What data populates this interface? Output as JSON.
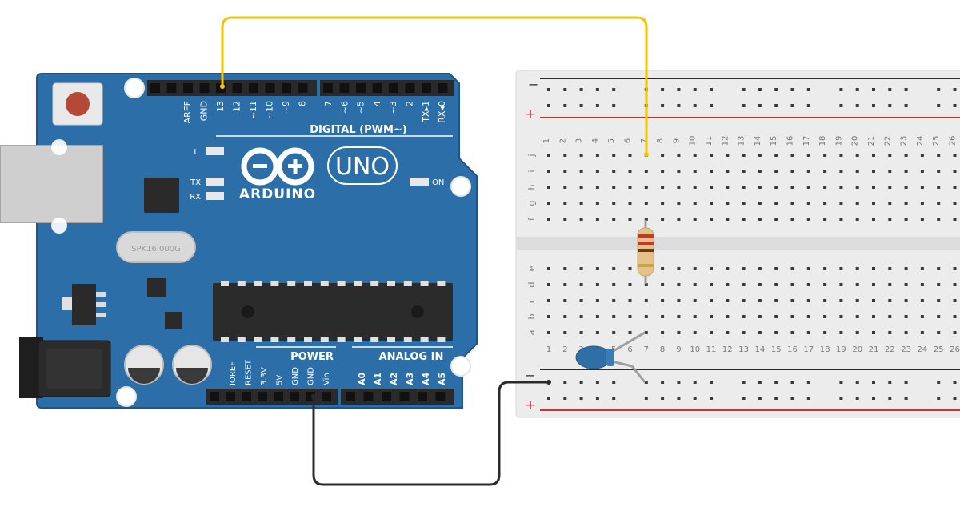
{
  "arduino": {
    "brand": "ARDUINO",
    "model": "UNO",
    "digital_header_label": "DIGITAL (PWM~)",
    "digital_pins_left": [
      "AREF",
      "GND",
      "13",
      "12",
      "~11",
      "~10",
      "~9",
      "8"
    ],
    "digital_pins_right": [
      "7",
      "~6",
      "~5",
      "4",
      "~3",
      "2",
      "TX▸1",
      "RX◂0"
    ],
    "led_labels": {
      "l": "L",
      "tx": "TX",
      "rx": "RX",
      "on": "ON"
    },
    "crystal_label": "SPK16.000G",
    "power_header_label": "POWER",
    "analog_header_label": "ANALOG IN",
    "power_pins": [
      "IOREF",
      "RESET",
      "3.3V",
      "5V",
      "GND",
      "GND",
      "Vin"
    ],
    "analog_pins": [
      "A0",
      "A1",
      "A2",
      "A3",
      "A4",
      "A5"
    ]
  },
  "breadboard": {
    "rail_minus": "−",
    "rail_plus": "+",
    "rows_top": [
      "j",
      "i",
      "h",
      "g",
      "f"
    ],
    "rows_bottom": [
      "e",
      "d",
      "c",
      "b",
      "a"
    ],
    "column_numbers": [
      "1",
      "2",
      "3",
      "4",
      "5",
      "6",
      "7",
      "8",
      "9",
      "10",
      "11",
      "12",
      "13",
      "14",
      "15",
      "16",
      "17",
      "18",
      "19",
      "20",
      "21",
      "22",
      "23",
      "24",
      "25",
      "26"
    ]
  },
  "components": {
    "resistor": "resistor",
    "led": "led",
    "wire_pin13": "wire-pin13",
    "wire_gnd": "wire-gnd"
  },
  "colors": {
    "board": "#2b6ea8",
    "board_dark": "#1f5586",
    "header": "#2a2a2a",
    "wire_signal": "#f4c400",
    "wire_ground": "#2b2b2b",
    "rail_red": "#d32f2f",
    "led_body": "#2f6fa5",
    "resistor_body": "#e6c28a"
  }
}
